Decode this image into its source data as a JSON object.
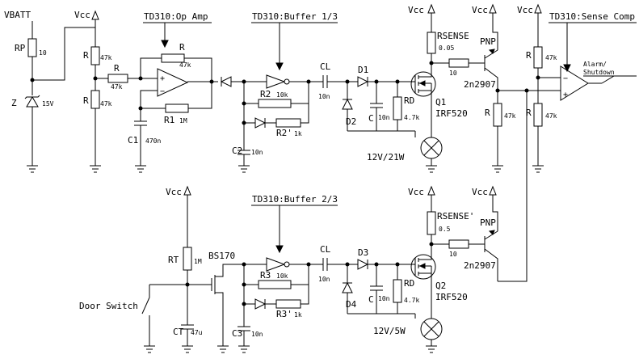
{
  "supply": {
    "vbatt": "VBATT",
    "vcc": "Vcc"
  },
  "functions": {
    "opamp": "TD310:Op Amp",
    "buffer1": "TD310:Buffer 1/3",
    "buffer2": "TD310:Buffer 2/3",
    "sense_comp": "TD310:Sense Comp"
  },
  "output": {
    "alarm_line1": "Alarm/",
    "alarm_line2": "Shutdown"
  },
  "components": {
    "rp": {
      "ref": "RP",
      "value": "10"
    },
    "z": {
      "ref": "Z",
      "value": "15V"
    },
    "r_div_top": {
      "ref": "R",
      "value": "47k"
    },
    "r_div_bot": {
      "ref": "R",
      "value": "47k"
    },
    "r_in": {
      "ref": "R",
      "value": "47k"
    },
    "r_fb_top": {
      "ref": "R",
      "value": "47k"
    },
    "r1": {
      "ref": "R1",
      "value": "1M"
    },
    "c1": {
      "ref": "C1",
      "value": "470n"
    },
    "r2": {
      "ref": "R2",
      "value": "10k"
    },
    "r2p": {
      "ref": "R2'",
      "value": "1k"
    },
    "c2": {
      "ref": "C2",
      "value": "10n"
    },
    "cl1": {
      "ref": "CL",
      "value": "10n"
    },
    "d1": {
      "ref": "D1"
    },
    "d2": {
      "ref": "D2"
    },
    "c_1": {
      "ref": "C",
      "value": "10n"
    },
    "rd_1": {
      "ref": "RD",
      "value": "4.7k"
    },
    "q1": {
      "ref": "Q1",
      "part": "IRF520"
    },
    "rsense": {
      "ref": "RSENSE",
      "value": "0.05"
    },
    "r_pnp1": {
      "value": "10"
    },
    "pnp1": {
      "type": "PNP",
      "part": "2n2907"
    },
    "lamp1": {
      "value": "12V/21W"
    },
    "r_cmp1": {
      "ref": "R",
      "value": "47k"
    },
    "r_cmp2": {
      "ref": "R",
      "value": "47k"
    },
    "r_cmp3": {
      "ref": "R",
      "value": "47k"
    },
    "r_cmp4": {
      "ref": "R",
      "value": "47k"
    },
    "rt": {
      "ref": "RT",
      "value": "1M"
    },
    "ct": {
      "ref": "CT",
      "value": "47u"
    },
    "door": {
      "label": "Door Switch"
    },
    "bs170": {
      "part": "BS170"
    },
    "r3": {
      "ref": "R3",
      "value": "10k"
    },
    "r3p": {
      "ref": "R3'",
      "value": "1k"
    },
    "c3": {
      "ref": "C3",
      "value": "10n"
    },
    "cl2": {
      "ref": "CL",
      "value": "10n"
    },
    "d3": {
      "ref": "D3"
    },
    "d4": {
      "ref": "D4"
    },
    "c_2": {
      "ref": "C",
      "value": "10n"
    },
    "rd_2": {
      "ref": "RD",
      "value": "4.7k"
    },
    "q2": {
      "ref": "Q2",
      "part": "IRF520"
    },
    "rsense2": {
      "ref": "RSENSE'",
      "value": "0.5"
    },
    "r_pnp2": {
      "value": "10"
    },
    "pnp2": {
      "type": "PNP",
      "part": "2n2907"
    },
    "lamp2": {
      "value": "12V/5W"
    }
  }
}
